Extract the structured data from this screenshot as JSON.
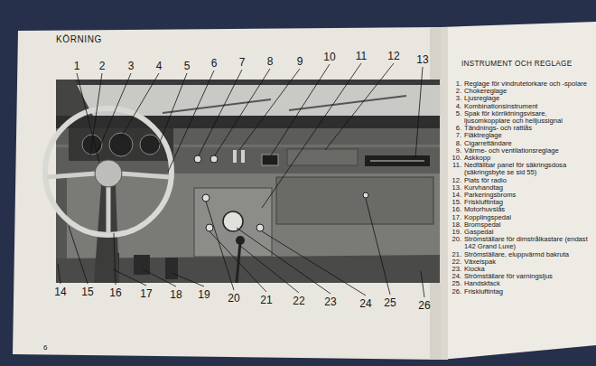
{
  "diagram": {
    "title": "KÖRNING",
    "labels": [
      "INSTRUMENT OCH REGLAGE",
      "1",
      "2",
      "3",
      "4",
      "5",
      "6",
      "7",
      "8",
      "9",
      "10",
      "11",
      "12",
      "13",
      "14",
      "15",
      "16",
      "17",
      "18",
      "19",
      "20",
      "21",
      "22",
      "23",
      "24",
      "25",
      "26",
      "6",
      "1.",
      "Reglage för vindrutetorkare och -spolare",
      "2.",
      "Chokereglage",
      "3.",
      "Ljusreglage",
      "4.",
      "Kombinationsinstrument",
      "5.",
      "Spak för körriktningsvisare, ljusomkopplare och helljussignal",
      "6.",
      "Tändnings- och rattlås",
      "7.",
      "Fläktreglage",
      "8.",
      "Cigarrettändare",
      "9.",
      "Värme- och ventilationsreglage",
      "10.",
      "Askkopp",
      "11.",
      "Nedfällbar panel för säkringsdosa (säkringsbyte se sid 55)",
      "12.",
      "Plats för radio",
      "13.",
      "Kurvhandtag",
      "14.",
      "Parkeringsbroms",
      "15.",
      "Friskluftintag",
      "16.",
      "Motorhuvslås",
      "17.",
      "Kopplingspedal",
      "18.",
      "Bromspedal",
      "19.",
      "Gaspedal",
      "20.",
      "Strömställare för dimstrålkastare (endast 142 Grand Luxe)",
      "21.",
      "Strömställare, eluppvärmd bakruta",
      "22.",
      "Växelspak",
      "23.",
      "Klocka",
      "24.",
      "Strömställare för varningsljus",
      "25.",
      "Handskfack",
      "26.",
      "Friskluftintag"
    ]
  }
}
